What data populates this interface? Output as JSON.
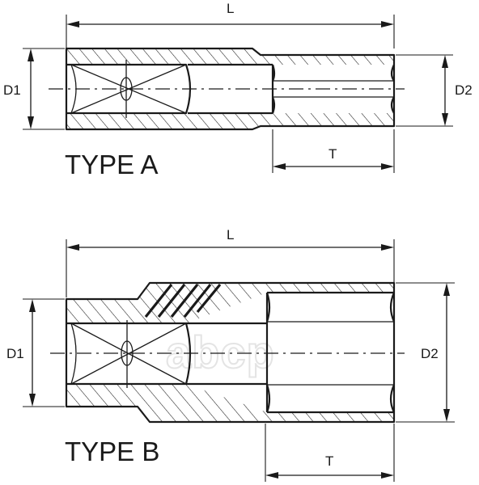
{
  "watermark": "abcp",
  "type_a": {
    "title": "TYPE A",
    "dim_length": "L",
    "dim_drive_diameter": "D1",
    "dim_head_diameter": "D2",
    "dim_depth": "T"
  },
  "type_b": {
    "title": "TYPE B",
    "dim_length": "L",
    "dim_drive_diameter": "D1",
    "dim_head_diameter": "D2",
    "dim_depth": "T"
  }
}
